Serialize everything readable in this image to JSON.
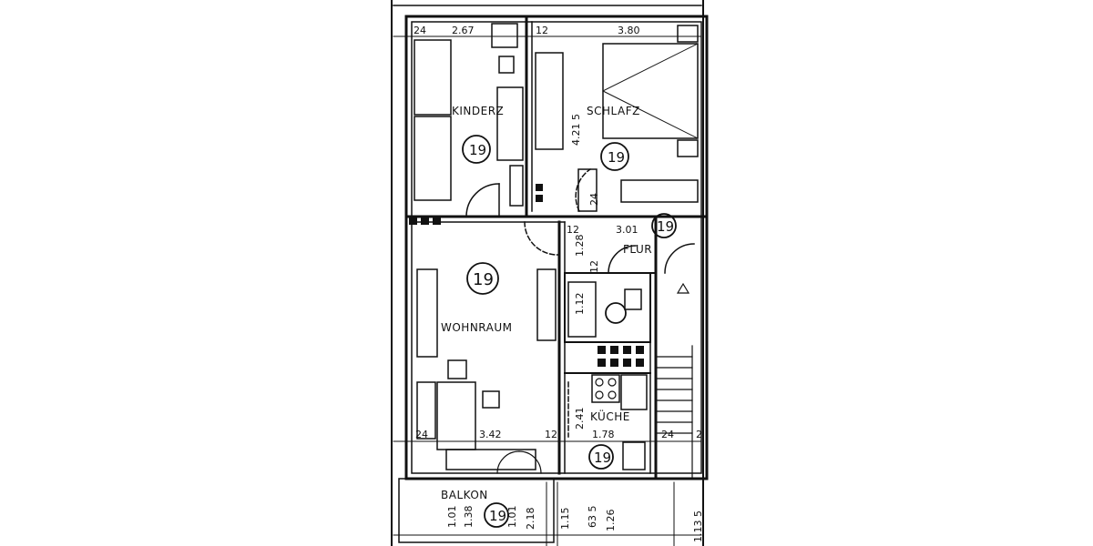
{
  "rooms": {
    "kinderz": "KINDERZ",
    "schlafz": "SCHLAFZ",
    "flur": "FLUR",
    "wohnraum": "WOHNRAUM",
    "kueche": "KÜCHE",
    "balkon": "BALKON"
  },
  "unit_number": "19",
  "room_markers": [
    "19",
    "19",
    "19",
    "19",
    "19"
  ],
  "dimensions": {
    "top_left_24": "24",
    "kinderz_width": "2.67",
    "schlafz_12": "12",
    "schlafz_width": "3.80",
    "corridor_height": "4.21 5",
    "schlafz_24": "24",
    "flur_12": "12",
    "flur_width": "3.01",
    "flur_128": "1.28",
    "flur_12b": "12",
    "bath_112": "1.12",
    "wohn_24": "24",
    "wohn_width": "3.42",
    "wohn_12": "12",
    "kueche_241": "2.41",
    "kueche_width": "1.78",
    "right_24": "24",
    "right_2": "2",
    "bal_101": "1.01",
    "bal_138": "1.38",
    "bal_101b": "1.01",
    "bal_218": "2.18",
    "b_115": "1.15",
    "b_635": "63 5",
    "b_126": "1.26",
    "b_1135": "1.13 5"
  }
}
